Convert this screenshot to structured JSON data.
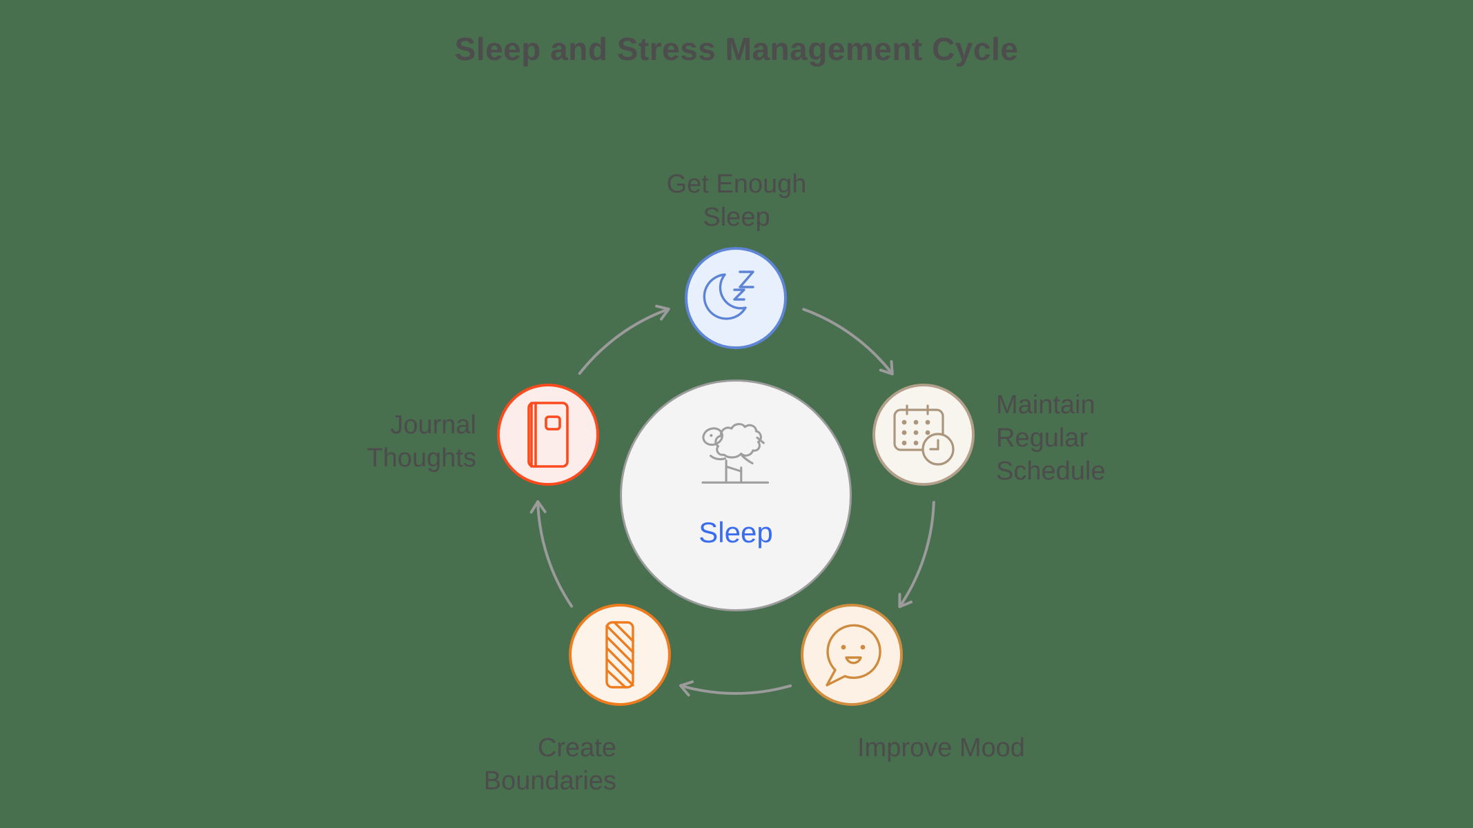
{
  "title": "Sleep and Stress Management Cycle",
  "center": {
    "label": "Sleep",
    "icon": "sheep-jumping-fence-icon",
    "fill": "#f4f4f5",
    "border": "#9c9c9c",
    "label_color": "#3a6cf1"
  },
  "nodes": [
    {
      "id": "get-enough-sleep",
      "label": "Get Enough\nSleep",
      "icon": "moon-zzz-icon",
      "fill": "#e8f0fd",
      "border": "#5f85d6"
    },
    {
      "id": "maintain-regular-schedule",
      "label": "Maintain\nRegular\nSchedule",
      "icon": "calendar-clock-icon",
      "fill": "#f8f5ee",
      "border": "#b2a08a"
    },
    {
      "id": "improve-mood",
      "label": "Improve Mood",
      "icon": "smiley-speech-bubble-icon",
      "fill": "#fdf1e6",
      "border": "#d18e41"
    },
    {
      "id": "create-boundaries",
      "label": "Create\nBoundaries",
      "icon": "striped-barrier-icon",
      "fill": "#fdf3e9",
      "border": "#ee7c1e"
    },
    {
      "id": "journal-thoughts",
      "label": "Journal\nThoughts",
      "icon": "journal-icon",
      "fill": "#fdedea",
      "border": "#fb4a1d"
    }
  ],
  "arrows": [
    {
      "from": "journal-thoughts",
      "to": "get-enough-sleep"
    },
    {
      "from": "get-enough-sleep",
      "to": "maintain-regular-schedule"
    },
    {
      "from": "maintain-regular-schedule",
      "to": "improve-mood"
    },
    {
      "from": "improve-mood",
      "to": "create-boundaries"
    },
    {
      "from": "create-boundaries",
      "to": "journal-thoughts"
    }
  ],
  "colors": {
    "background": "#48704e",
    "title_text": "#4d4d4d",
    "label_text": "#4c4c4c",
    "arrow": "#9b9b9b"
  }
}
